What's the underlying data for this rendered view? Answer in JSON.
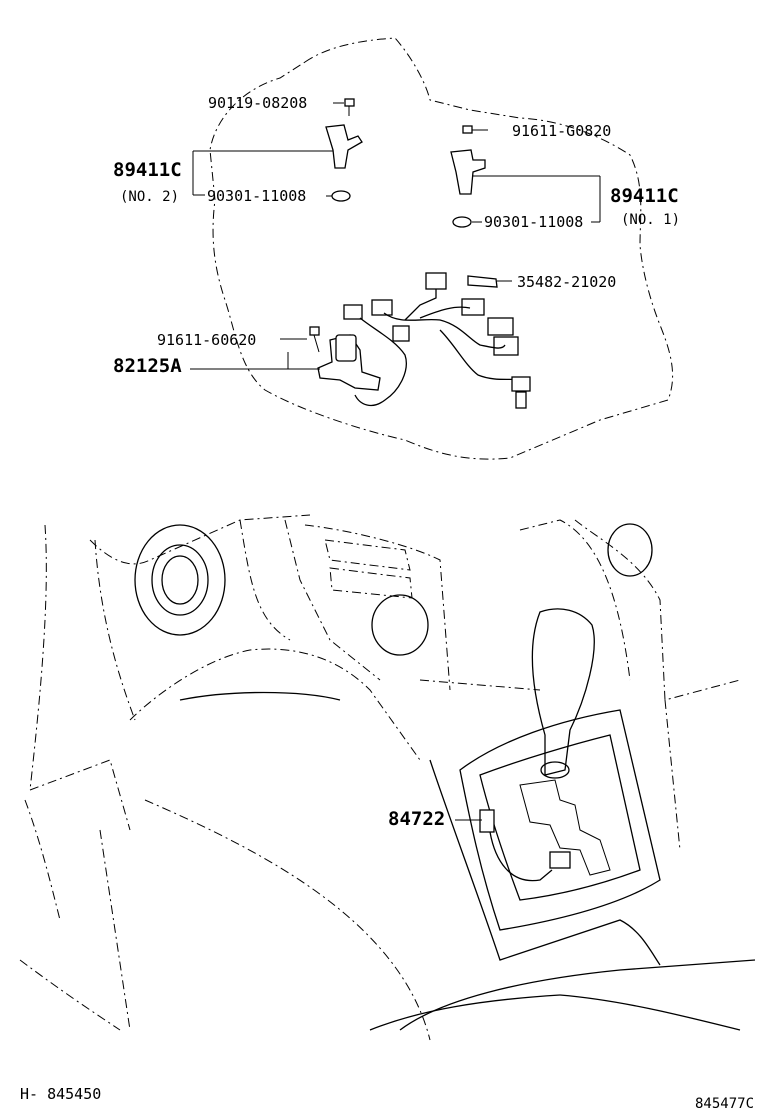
{
  "labels": {
    "bolt_90119": "90119-08208",
    "bolt_91611_g": "91611-G0820",
    "sensor_no2_num": "89411C",
    "sensor_no2_tag": "(NO. 2)",
    "oring_left": "90301-11008",
    "sensor_no1_num": "89411C",
    "sensor_no1_tag": "(NO. 1)",
    "oring_right": "90301-11008",
    "clamp_35482": "35482-21020",
    "bolt_91611_6": "91611-60620",
    "harness_82125": "82125A",
    "switch_84722": "84722"
  },
  "footer": {
    "ref_left": "H- 845450",
    "ref_right": "845477C"
  }
}
